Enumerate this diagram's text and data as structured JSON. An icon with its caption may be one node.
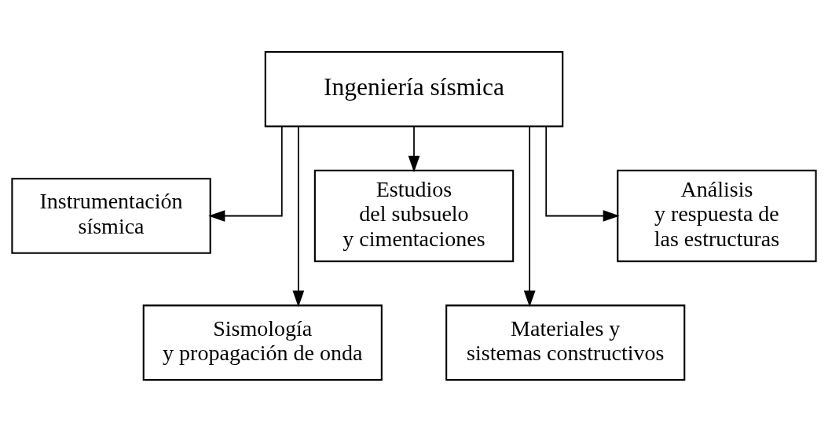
{
  "diagram": {
    "nodes": [
      {
        "text": [
          "Ingeniería sísmica"
        ]
      },
      {
        "text": [
          "Instrumentación sísmica"
        ]
      },
      {
        "text": [
          "Sismología y propagación de onda"
        ]
      },
      {
        "text": [
          "Estudios del subsuelo y cimentaciones"
        ]
      },
      {
        "text": [
          "Materiales y sistemas constructivos"
        ]
      },
      {
        "text": [
          "Análisis y respuesta de las estructuras"
        ]
      }
    ],
    "edges": [
      {
        "from": 0,
        "to": 1,
        "arrow": "to"
      },
      {
        "from": 0,
        "to": 2,
        "arrow": "to"
      },
      {
        "from": 0,
        "to": 3,
        "arrow": "to"
      },
      {
        "from": 0,
        "to": 4,
        "arrow": "to"
      },
      {
        "from": 0,
        "to": 5,
        "arrow": "to"
      }
    ]
  }
}
